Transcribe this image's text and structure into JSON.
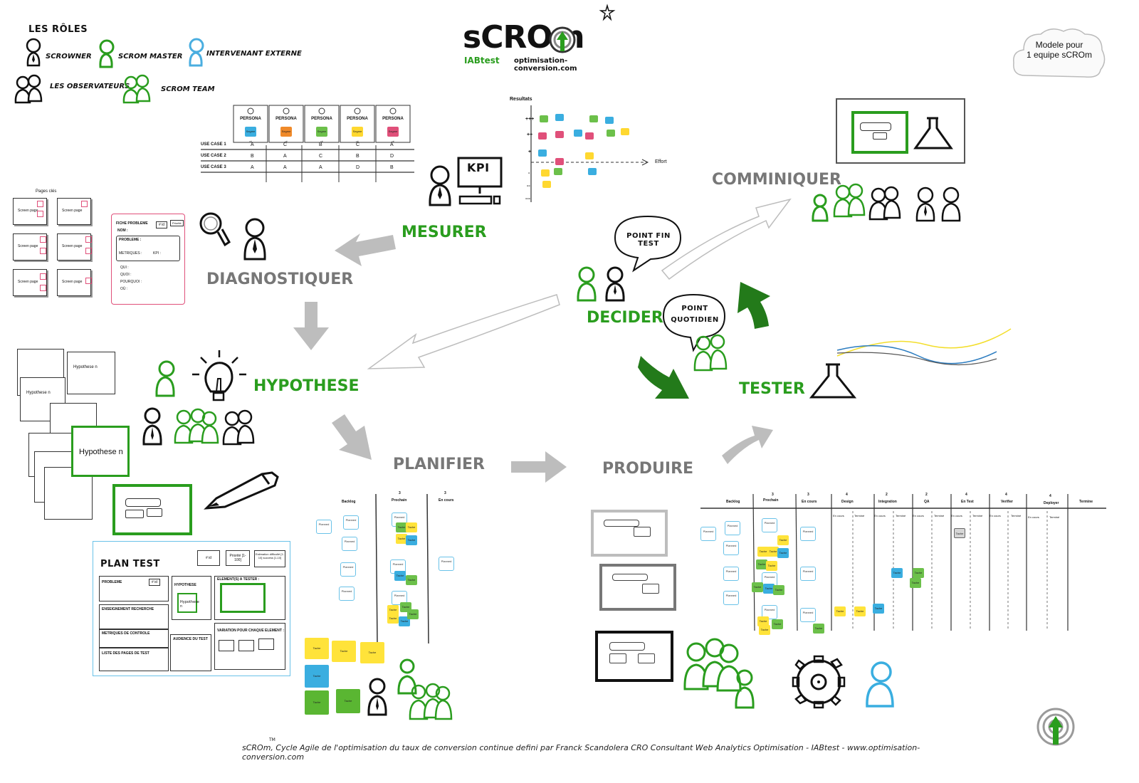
{
  "roles": {
    "title": "LES RÔLES",
    "scrowner": "SCROWNER",
    "scrom_master": "SCROM MASTER",
    "intervenant": "INTERVENANT EXTERNE",
    "observateurs": "LES OBSERVATEURS",
    "scrom_team": "SCROM TEAM"
  },
  "logo": {
    "name": "sCROm",
    "brand": "IABtest",
    "site": "optimisation-conversion.com"
  },
  "cloud": {
    "line1": "Modele pour",
    "line2": "1 equipe sCROm"
  },
  "stages": {
    "mesurer": "MESURER",
    "diagnostiquer": "DIAGNOSTIQUER",
    "hypothese": "HYPOTHESE",
    "planifier": "PLANIFIER",
    "produire": "PRODUIRE",
    "tester": "TESTER",
    "decider": "DECIDER",
    "communiquer": "COMMINIQUER"
  },
  "bubbles": {
    "fin_test": "POINT FIN TEST",
    "quotidien_1": "POINT",
    "quotidien_2": "QUOTIDIEN"
  },
  "persona_table": {
    "headers": [
      "PERSONA",
      "PERSONA",
      "PERSONA",
      "PERSONA",
      "PERSONA"
    ],
    "rows": [
      {
        "label": "USE CASE 1",
        "cells": [
          "A",
          "C",
          "B",
          "C",
          "A"
        ]
      },
      {
        "label": "USE CASE 2",
        "cells": [
          "B",
          "A",
          "C",
          "B",
          "D"
        ]
      },
      {
        "label": "USE CASE 3",
        "cells": [
          "A",
          "A",
          "A",
          "D",
          "B"
        ]
      }
    ],
    "tag": "Segme nt"
  },
  "kpi": "KPI",
  "matrix": {
    "ylabel": "Resultats",
    "xlabel": "Effort",
    "levels": [
      "+++",
      "++",
      "+",
      "-",
      "--",
      "---"
    ]
  },
  "screens": {
    "title": "Pages clés",
    "label": "Screen page"
  },
  "fiche": {
    "title": "FICHE PROBLEME",
    "nom": "NOM :",
    "id": "# id",
    "priorite": "Priorité",
    "probleme": "PROBLEME :",
    "metriques": "METRIQUES :",
    "kpi": "KPI :",
    "qui": "QUI :",
    "quoi": "QUOI :",
    "pourquoi": "POURQUOI :",
    "ou": "OÙ :"
  },
  "hypotheses": {
    "small": "Hypothese n",
    "big": "Hypothese n"
  },
  "plan_test": {
    "title": "PLAN TEST",
    "id": "# id",
    "priorite": "Priorité [1-100]",
    "estimation": "Estimation difficulté [1-10] success [1-10]",
    "probleme": "PROBLEME",
    "hypothese": "HYPOTHESE",
    "hypothese_n": "Hypothese n",
    "element": "ELEMENT(S) A TESTER :",
    "enseignement": "ENSEIGNEMENT RECHERCHE",
    "metriques": "METRIQUES DE CONTROLE",
    "audience": "AUDIENCE DU TEST",
    "variation": "VARIATION POUR CHAQUE ELEMENT :",
    "pages": "LISTE DES PAGES DE TEST"
  },
  "board_small": {
    "cols": [
      "Backlog",
      "Prochain",
      "En cours"
    ],
    "limits": [
      "",
      "3",
      "3"
    ],
    "planned": "Planned",
    "tache": "Tache"
  },
  "board_big": {
    "cols": [
      "Backlog",
      "Prochain",
      "En cours",
      "Design",
      "Integration",
      "QA",
      "En Test",
      "Verifier",
      "Deployer",
      "Termine"
    ],
    "limits": [
      "",
      "3",
      "3",
      "4",
      "2",
      "2",
      "4",
      "4",
      "4",
      ""
    ],
    "sub_en_cours": "En cours",
    "sub_termine": "Terminé"
  },
  "footer": "sCROm, Cycle Agile de l'optimisation du taux de conversion continue defini par Franck Scandolera CRO Consultant Web Analytics Optimisation - IABtest - www.optimisation-conversion.com",
  "footer_tm": "TM",
  "colors": {
    "green": "#2a9d1e",
    "grey": "#bdbdbd",
    "pink": "#e0507a",
    "blue": "#6ac2e8",
    "yellow": "#ffe33a"
  }
}
